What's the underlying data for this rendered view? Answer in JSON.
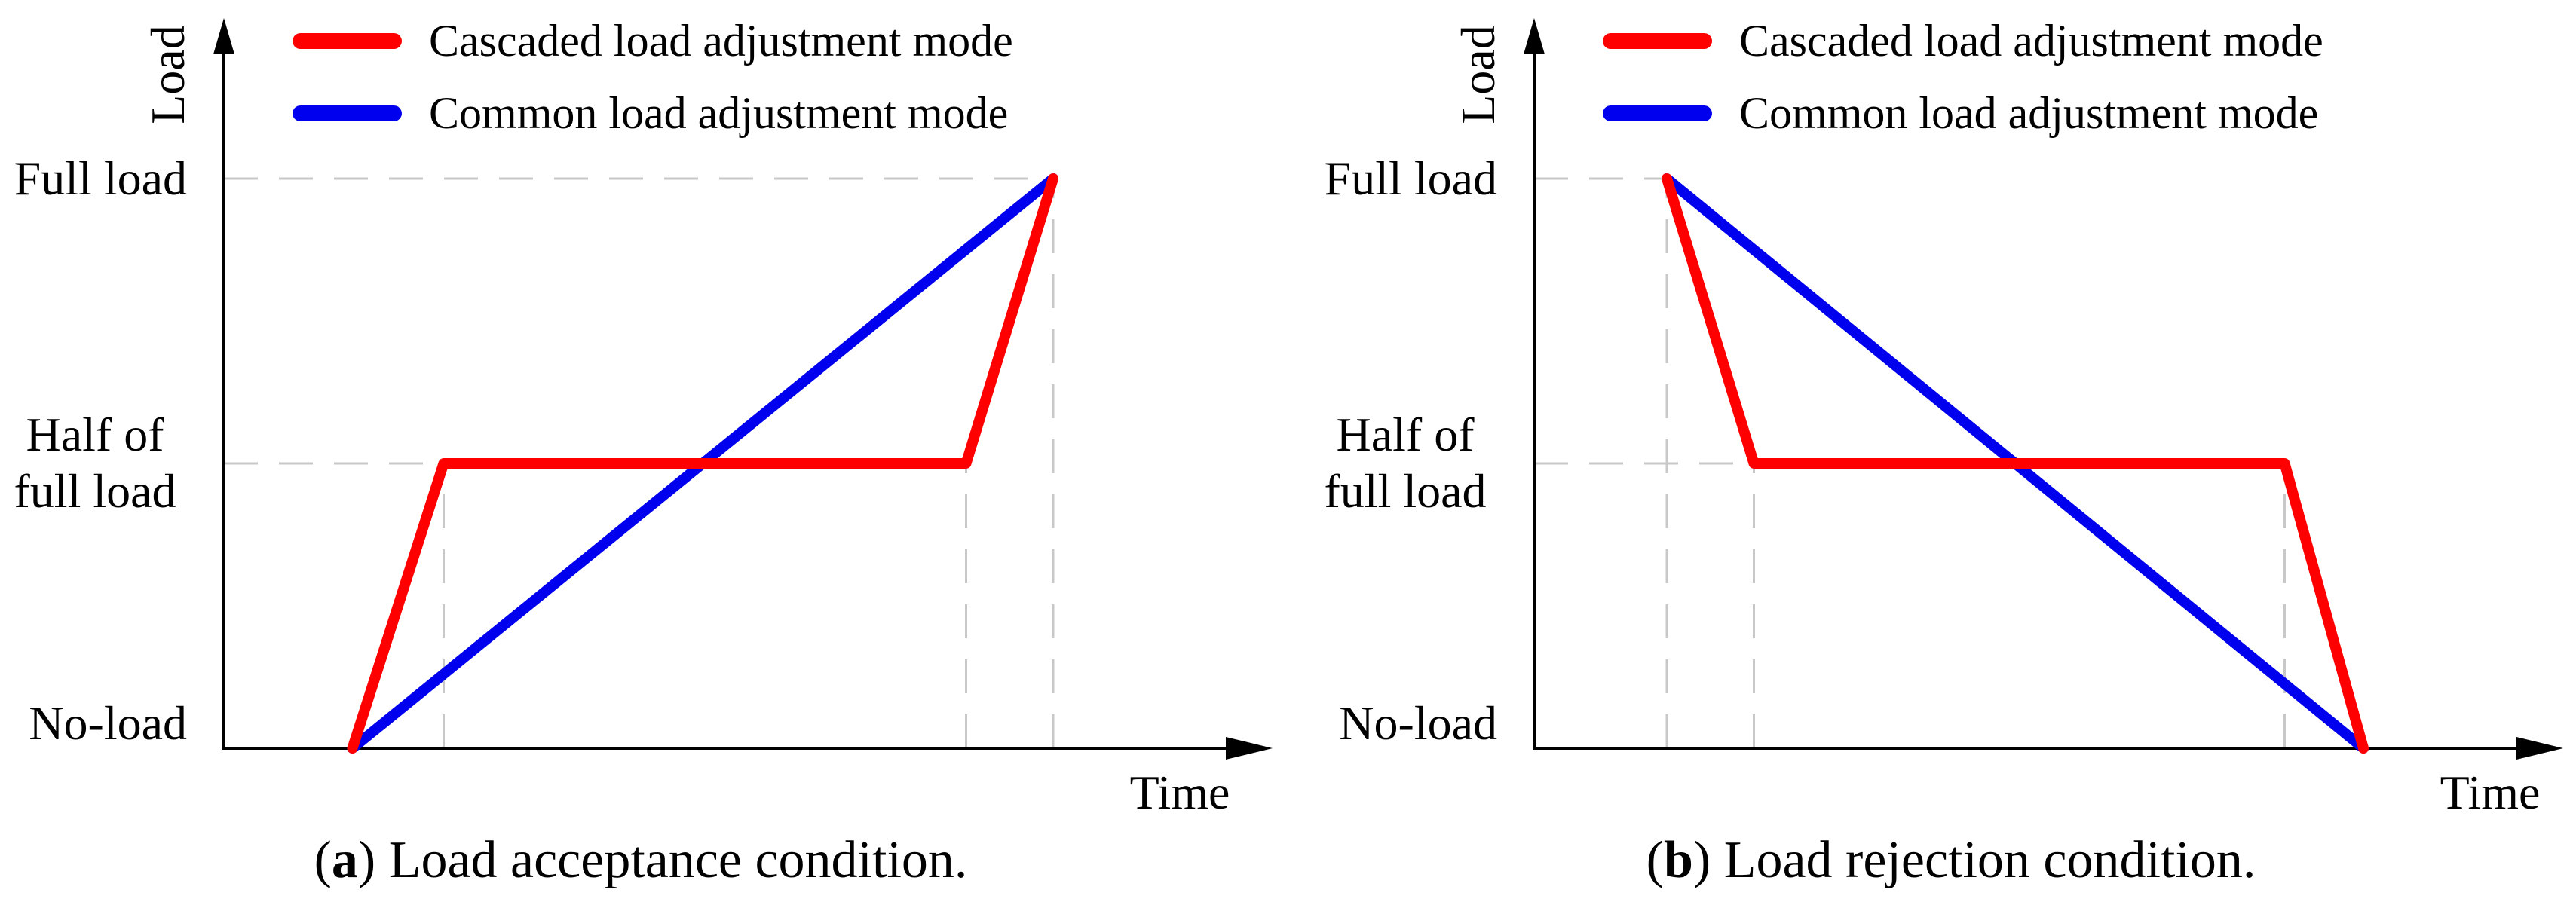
{
  "figure": {
    "background": "#ffffff",
    "axis_color": "#000000"
  },
  "chart_data": [
    {
      "type": "line",
      "panel": "a",
      "caption": {
        "pre": "(",
        "label": "a",
        "post": ") Load acceptance condition."
      },
      "xlabel": "Time",
      "ylabel": "Load",
      "xlim": [
        0,
        1
      ],
      "ylim": [
        0,
        1
      ],
      "grid": "dashed-partial",
      "legend_position": "top",
      "yticks": [
        {
          "value": 1,
          "label": "Full load"
        },
        {
          "value": 0.5,
          "lines": [
            "Half of",
            "full load"
          ]
        },
        {
          "value": 0,
          "label": "No-load"
        }
      ],
      "series": [
        {
          "name": "Cascaded load adjustment mode",
          "color": "#ff0000",
          "points": [
            [
              0.155,
              0
            ],
            [
              0.265,
              0.5
            ],
            [
              0.895,
              0.5
            ],
            [
              1.0,
              1
            ]
          ]
        },
        {
          "name": "Common load adjustment mode",
          "color": "#0000ee",
          "points": [
            [
              0.155,
              0
            ],
            [
              1.0,
              1
            ]
          ]
        }
      ],
      "gridlines": {
        "color": "#c8c8c8",
        "h": [
          {
            "y": 1,
            "t0": 0,
            "t1": 1.0
          },
          {
            "y": 0.5,
            "t0": 0,
            "t1": 0.895
          }
        ],
        "v": [
          {
            "t": 0.265,
            "y0": 0,
            "y1": 0.5
          },
          {
            "t": 0.895,
            "y0": 0,
            "y1": 0.5
          },
          {
            "t": 1.0,
            "y0": 0,
            "y1": 1
          }
        ]
      }
    },
    {
      "type": "line",
      "panel": "b",
      "caption": {
        "pre": "(",
        "label": "b",
        "post": ") Load rejection condition."
      },
      "xlabel": "Time",
      "ylabel": "Load",
      "xlim": [
        0,
        1
      ],
      "ylim": [
        0,
        1
      ],
      "grid": "dashed-partial",
      "legend_position": "top",
      "yticks": [
        {
          "value": 1,
          "label": "Full load"
        },
        {
          "value": 0.5,
          "lines": [
            "Half of",
            "full load"
          ]
        },
        {
          "value": 0,
          "label": "No-load"
        }
      ],
      "series": [
        {
          "name": "Cascaded load adjustment mode",
          "color": "#ff0000",
          "points": [
            [
              0.16,
              1
            ],
            [
              0.265,
              0.5
            ],
            [
              0.905,
              0.5
            ],
            [
              1.0,
              0
            ]
          ]
        },
        {
          "name": "Common load adjustment mode",
          "color": "#0000ee",
          "points": [
            [
              0.16,
              1
            ],
            [
              1.0,
              0
            ]
          ]
        }
      ],
      "gridlines": {
        "color": "#c8c8c8",
        "h": [
          {
            "y": 1,
            "t0": 0,
            "t1": 0.16
          },
          {
            "y": 0.5,
            "t0": 0,
            "t1": 0.905
          }
        ],
        "v": [
          {
            "t": 0.16,
            "y0": 0,
            "y1": 1
          },
          {
            "t": 0.265,
            "y0": 0,
            "y1": 0.5
          },
          {
            "t": 0.905,
            "y0": 0,
            "y1": 0.5
          }
        ]
      }
    }
  ]
}
